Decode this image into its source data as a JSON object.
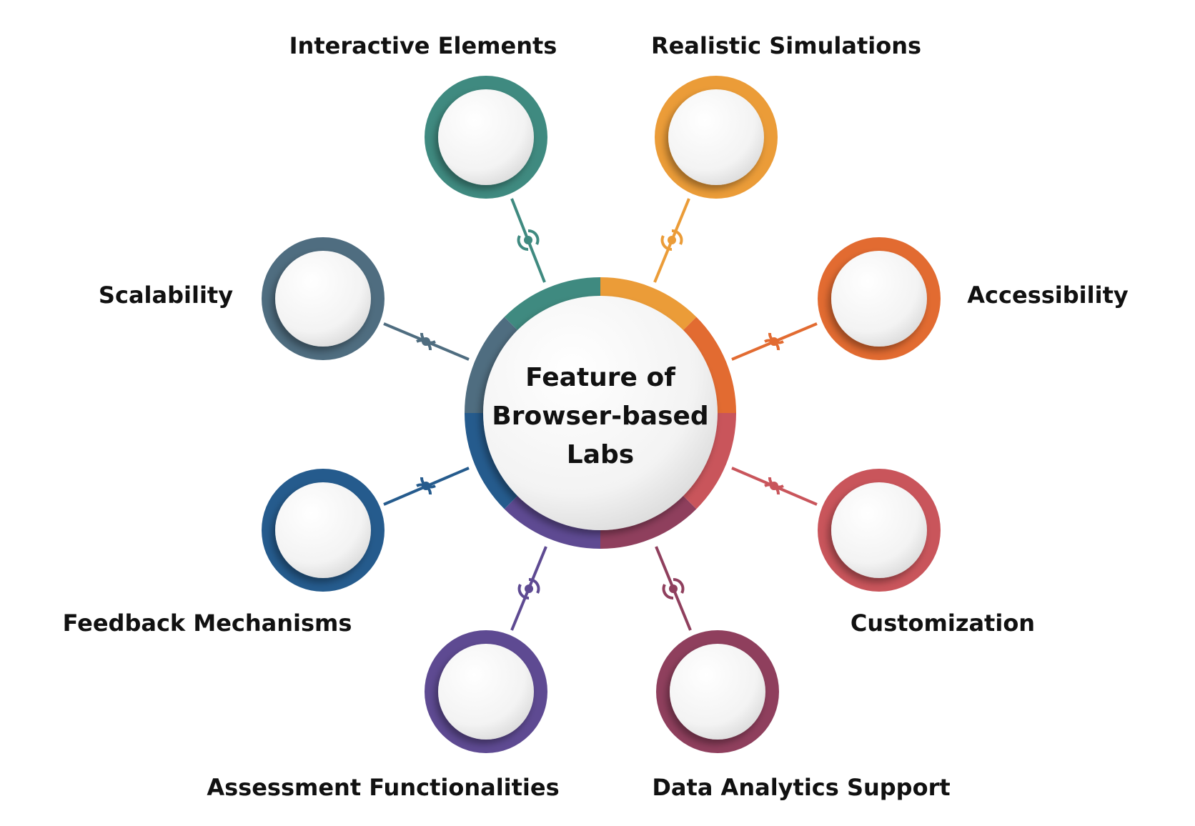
{
  "center": {
    "lines": [
      "Feature of",
      "Browser-based",
      "Labs"
    ]
  },
  "features": [
    {
      "label": "Interactive Elements",
      "color": "#3f8a80"
    },
    {
      "label": "Realistic Simulations",
      "color": "#eb9c38"
    },
    {
      "label": "Accessibility",
      "color": "#e26b31"
    },
    {
      "label": "Customization",
      "color": "#c9555b"
    },
    {
      "label": "Data Analytics Support",
      "color": "#8f3f5d"
    },
    {
      "label": "Assessment Functionalities",
      "color": "#5e4a92"
    },
    {
      "label": "Feedback Mechanisms",
      "color": "#255b8d"
    },
    {
      "label": "Scalability",
      "color": "#4f6d80"
    }
  ]
}
